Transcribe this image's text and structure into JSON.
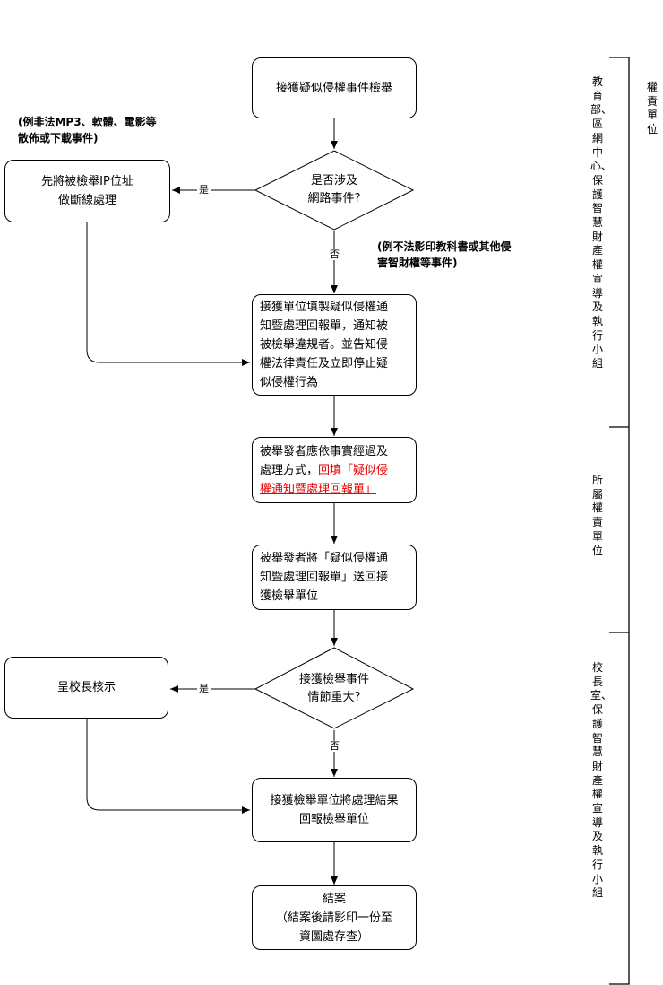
{
  "nodes": {
    "start": "接獲疑似侵權事件檢舉",
    "cut_ip": "先將被檢舉IP位址\n做斷線處理",
    "notify_a": "接獲單位填製疑似侵權通\n知暨處理回報單，通知被\n被檢舉違規者。並告知侵\n權法律責任及立即停止疑\n似侵權行為",
    "reply_plain": "被舉發者應依事實經過及\n處理方式，",
    "reply_link": "回填「疑似侵\n權通知暨處理回報單」",
    "send_back": "被舉發者將「疑似侵權通\n知暨處理回報單」送回接\n獲檢舉單位",
    "principal": "呈校長核示",
    "report": "接獲檢舉單位將處理結果\n回報檢舉單位",
    "close": "結案\n（結案後請影印一份至\n資圖處存查）"
  },
  "decisions": {
    "network": "是否涉及\n網路事件?",
    "serious": "接獲檢舉事件\n情節重大?"
  },
  "edge_labels": {
    "yes": "是",
    "no": "否"
  },
  "notes": {
    "network_example": "(例非法MP3、軟體、電影等\n散佈或下載事件)",
    "other_example": "(例不法影印教科書或其他侵\n害智財權等事件)"
  },
  "units": {
    "header": "權責單位",
    "unit1": "教育部、區網中心、保護智慧財產權宣導及執行小組",
    "unit2": "所屬權責單位",
    "unit3": "校長室、保護智慧財產權宣導及執行小組"
  }
}
